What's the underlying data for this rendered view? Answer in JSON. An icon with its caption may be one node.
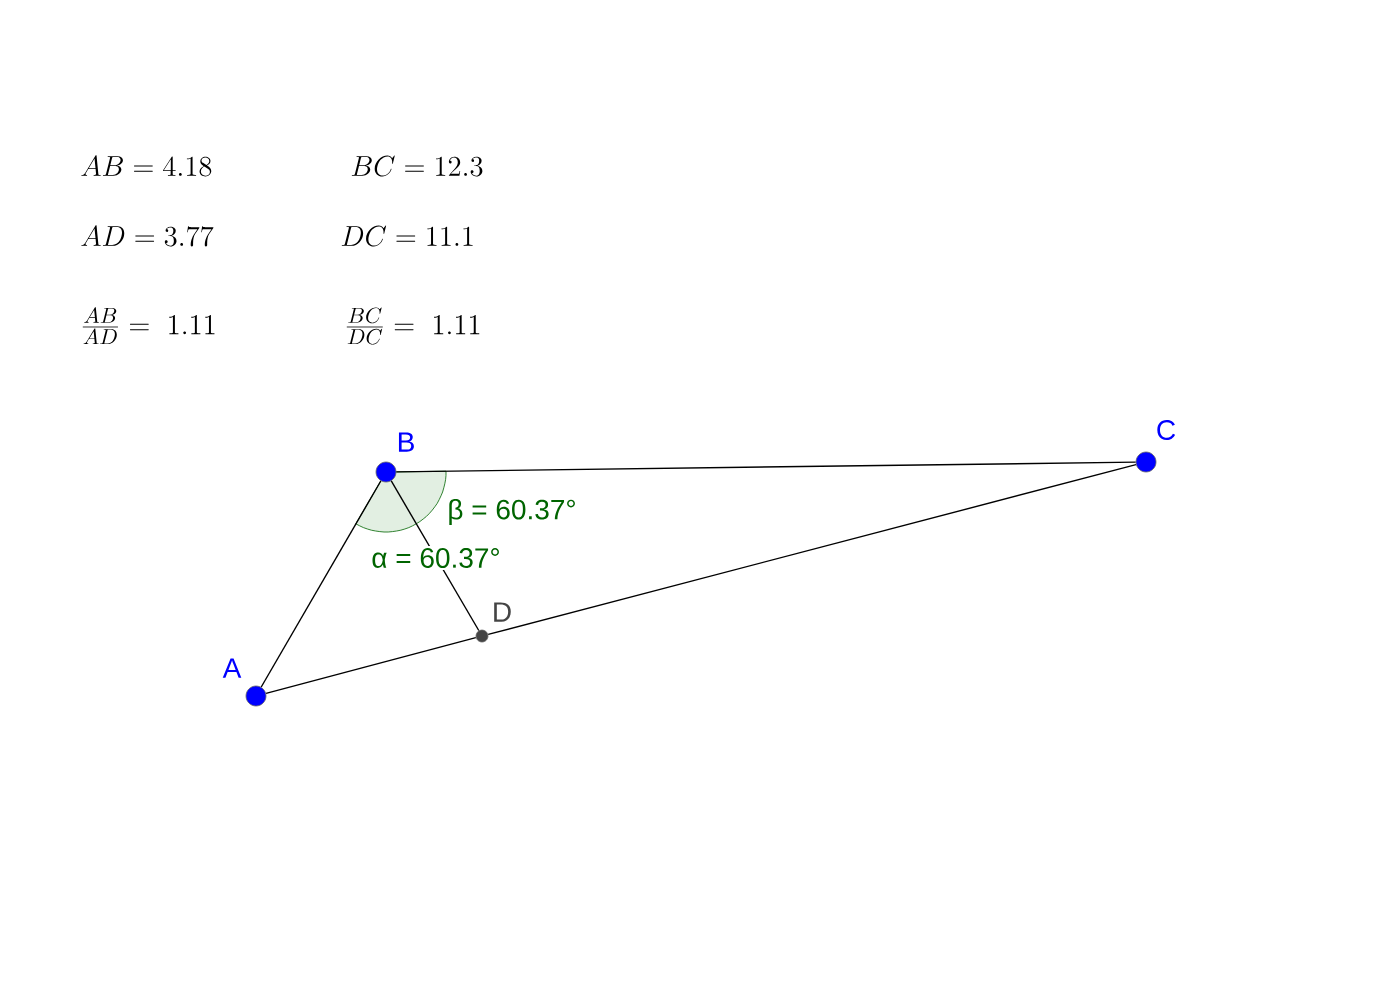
{
  "diagram": {
    "nodes": [
      {
        "text": [],
        "shape": "circle",
        "beside": [
          "A"
        ]
      },
      {
        "text": [],
        "shape": "circle",
        "beside": [
          "B"
        ]
      },
      {
        "text": [],
        "shape": "circle",
        "beside": [
          "C"
        ]
      },
      {
        "text": [],
        "shape": "circle",
        "beside": [
          "D"
        ]
      }
    ],
    "edges": [
      {
        "from": 0,
        "to": 1,
        "arrow": "none"
      },
      {
        "from": 1,
        "to": 2,
        "arrow": "none"
      },
      {
        "from": 0,
        "to": 3,
        "arrow": "none"
      },
      {
        "from": 3,
        "to": 2,
        "arrow": "none"
      },
      {
        "from": 1,
        "to": 3,
        "arrow": "none"
      }
    ],
    "labels": [
      "AB = 4.18",
      "BC = 12.3",
      "AD = 3.77",
      "DC = 11.1",
      "\\frac{AB}{AD} = \\ 1.11",
      "\\frac{BC}{DC} = \\ 1.11",
      "β = 60.37°",
      "α = 60.37°"
    ]
  }
}
